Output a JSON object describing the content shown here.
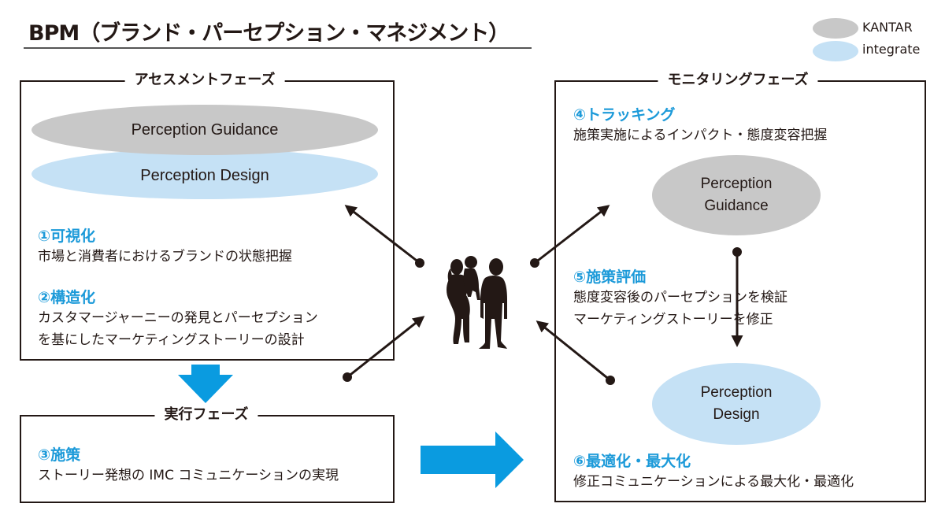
{
  "title": "BPM（ブランド・パーセプション・マネジメント）",
  "legend": [
    {
      "label": "KANTAR",
      "color": "#c8c8c8"
    },
    {
      "label": "integrate",
      "color": "#c5e1f5"
    }
  ],
  "colors": {
    "accent_blue": "#1c9ad9",
    "arrow_blue": "#0a9be0",
    "kantar_gray": "#c8c8c8",
    "integrate_blue": "#c5e1f5",
    "line": "#231815"
  },
  "assessment_phase": {
    "label": "アセスメントフェーズ",
    "ellipses": [
      {
        "text": "Perception Guidance",
        "owner": "KANTAR"
      },
      {
        "text": "Perception Design",
        "owner": "integrate"
      }
    ],
    "steps": [
      {
        "title": "①可視化",
        "lines": [
          "市場と消費者におけるブランドの状態把握"
        ]
      },
      {
        "title": "②構造化",
        "lines": [
          "カスタマージャーニーの発見とパーセプション",
          "を基にしたマーケティングストーリーの設計"
        ]
      }
    ]
  },
  "execution_phase": {
    "label": "実行フェーズ",
    "steps": [
      {
        "title": "③施策",
        "lines": [
          "ストーリー発想の IMC コミュニケーションの実現"
        ]
      }
    ]
  },
  "monitoring_phase": {
    "label": "モニタリングフェーズ",
    "steps": [
      {
        "title": "④トラッキング",
        "lines": [
          "施策実施によるインパクト・態度変容把握"
        ]
      },
      {
        "title": "⑤施策評価",
        "lines": [
          "態度変容後のパーセプションを検証",
          "マーケティングストーリーを修正"
        ]
      },
      {
        "title": "⑥最適化・最大化",
        "lines": [
          "修正コミュニケーションによる最大化・最適化"
        ]
      }
    ],
    "ellipses": [
      {
        "line1": "Perception",
        "line2": "Guidance",
        "owner": "KANTAR"
      },
      {
        "line1": "Perception",
        "line2": "Design",
        "owner": "integrate"
      }
    ]
  },
  "center": {
    "icon": "family-silhouette-icon"
  }
}
